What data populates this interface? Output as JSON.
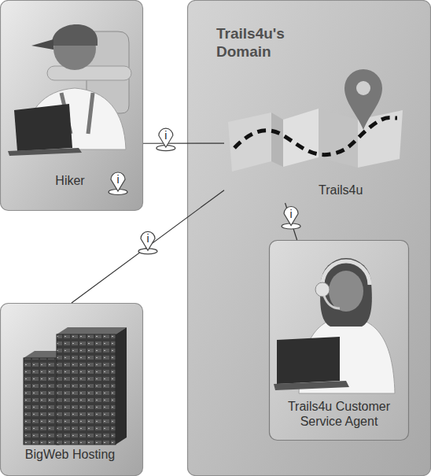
{
  "diagram": {
    "nodes": [
      {
        "text": [
          "Hiker"
        ]
      },
      {
        "text": [
          "Trails4u's Domain"
        ]
      },
      {
        "text": [
          "Trails4u"
        ],
        "in": 1
      },
      {
        "text": [
          "Trails4u Customer Service Agent"
        ],
        "in": 1
      },
      {
        "text": [
          "BigWeb Hosting"
        ]
      }
    ],
    "edges": [
      {
        "from": 0,
        "to": 2,
        "arrow": "none"
      },
      {
        "from": 4,
        "to": 2,
        "arrow": "none"
      },
      {
        "from": 2,
        "to": 3,
        "arrow": "none"
      }
    ],
    "labels": [
      "i",
      "i",
      "i",
      "i"
    ]
  }
}
